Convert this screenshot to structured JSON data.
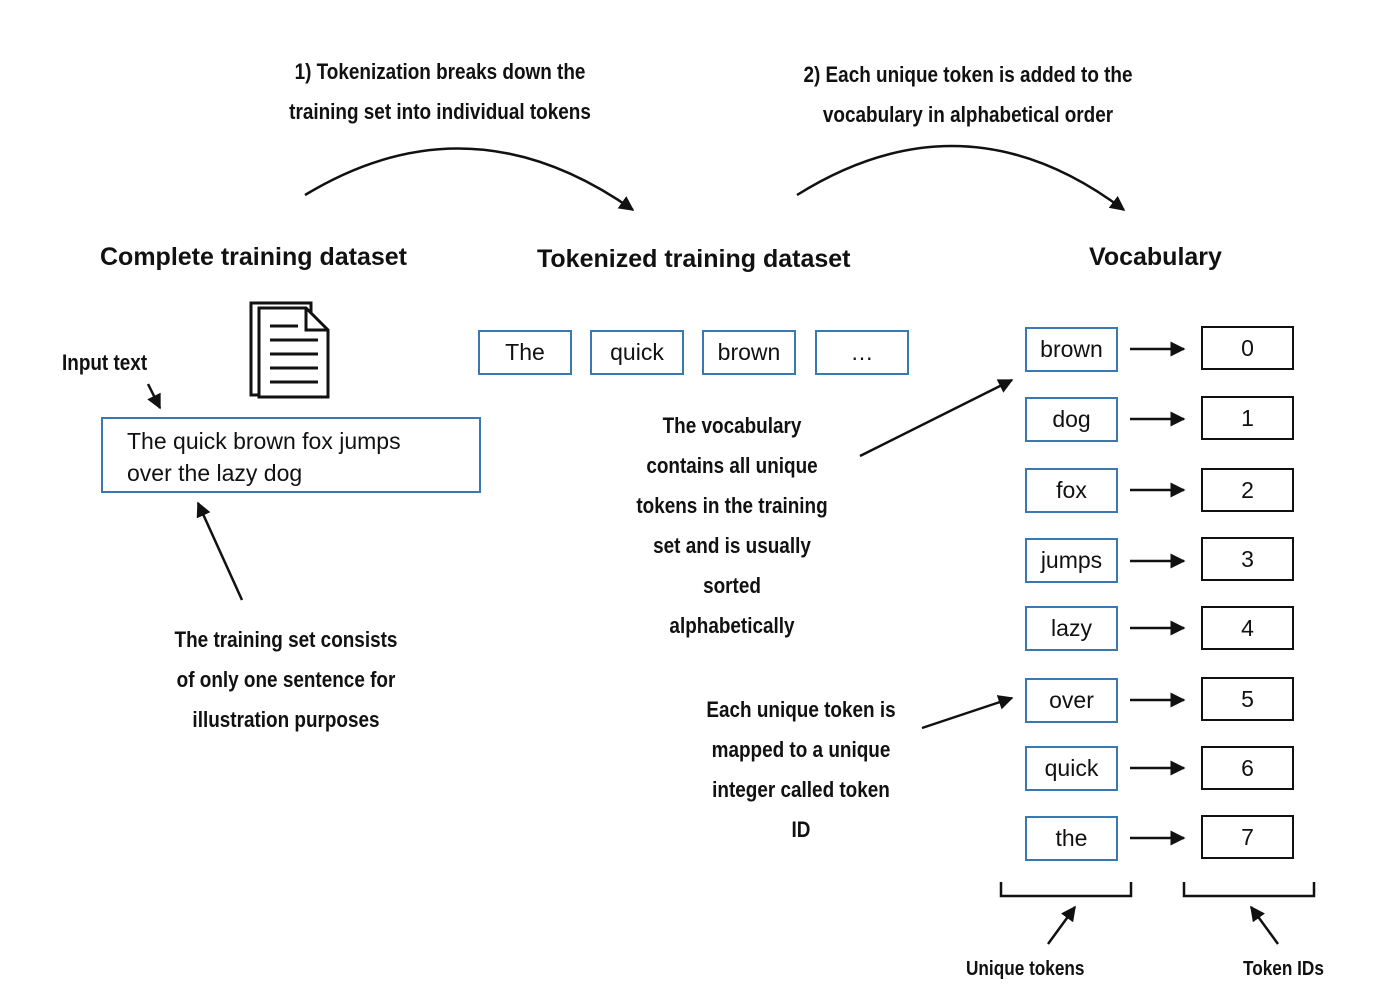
{
  "step1": {
    "line1": "1) Tokenization breaks down the",
    "line2": "training set into individual tokens"
  },
  "step2": {
    "line1": "2) Each unique token is added to the",
    "line2": "vocabulary in alphabetical order"
  },
  "titles": {
    "complete": "Complete training dataset",
    "tokenized": "Tokenized training dataset",
    "vocabulary": "Vocabulary"
  },
  "input_label": "Input text",
  "input_text": {
    "line1": "The quick brown fox jumps",
    "line2": "over the lazy dog"
  },
  "training_note": [
    "The training set consists",
    "of only one sentence for",
    "illustration purposes"
  ],
  "tokens": [
    "The",
    "quick",
    "brown",
    "…"
  ],
  "vocab_note": [
    "The vocabulary",
    "contains all unique",
    "tokens in the training",
    "set and is usually",
    "sorted",
    "alphabetically"
  ],
  "mapping_note": [
    "Each unique token is",
    "mapped to a unique",
    "integer called token",
    "ID"
  ],
  "vocabulary": [
    {
      "token": "brown",
      "id": "0"
    },
    {
      "token": "dog",
      "id": "1"
    },
    {
      "token": "fox",
      "id": "2"
    },
    {
      "token": "jumps",
      "id": "3"
    },
    {
      "token": "lazy",
      "id": "4"
    },
    {
      "token": "over",
      "id": "5"
    },
    {
      "token": "quick",
      "id": "6"
    },
    {
      "token": "the",
      "id": "7"
    }
  ],
  "bottom_labels": {
    "unique_tokens": "Unique tokens",
    "token_ids": "Token IDs"
  },
  "colors": {
    "box_border": "#3a78b4",
    "text": "#111111",
    "background": "#ffffff"
  },
  "icons": {
    "document": "document-icon"
  }
}
